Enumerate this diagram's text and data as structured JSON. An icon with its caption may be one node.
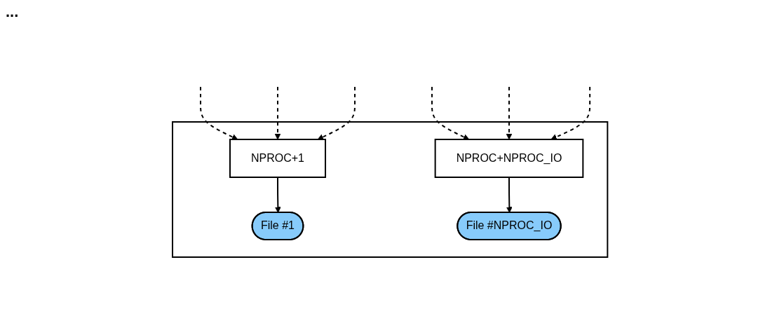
{
  "diagram": {
    "nodes": [
      {
        "text": [],
        "shape": "box"
      },
      {
        "text": [
          "NPROC+1"
        ],
        "in": 0
      },
      {
        "text": [
          "NPROC+NPROC_IO"
        ],
        "in": 0
      },
      {
        "text": [
          "File #1"
        ],
        "in": 0
      },
      {
        "text": [
          "File #NPROC_IO"
        ],
        "in": 0
      }
    ],
    "edges": [
      {
        "from": null,
        "to": 1,
        "arrow": "to",
        "style": "dashed"
      },
      {
        "from": null,
        "to": 1,
        "arrow": "to",
        "style": "dashed"
      },
      {
        "from": null,
        "to": 1,
        "arrow": "to",
        "style": "dashed"
      },
      {
        "from": null,
        "to": 2,
        "arrow": "to",
        "style": "dashed"
      },
      {
        "from": null,
        "to": 2,
        "arrow": "to",
        "style": "dashed"
      },
      {
        "from": null,
        "to": 2,
        "arrow": "to",
        "style": "dashed"
      },
      {
        "from": 1,
        "to": 3,
        "arrow": "to"
      },
      {
        "from": 2,
        "to": 4,
        "arrow": "to"
      }
    ],
    "labels": [
      "..."
    ]
  }
}
